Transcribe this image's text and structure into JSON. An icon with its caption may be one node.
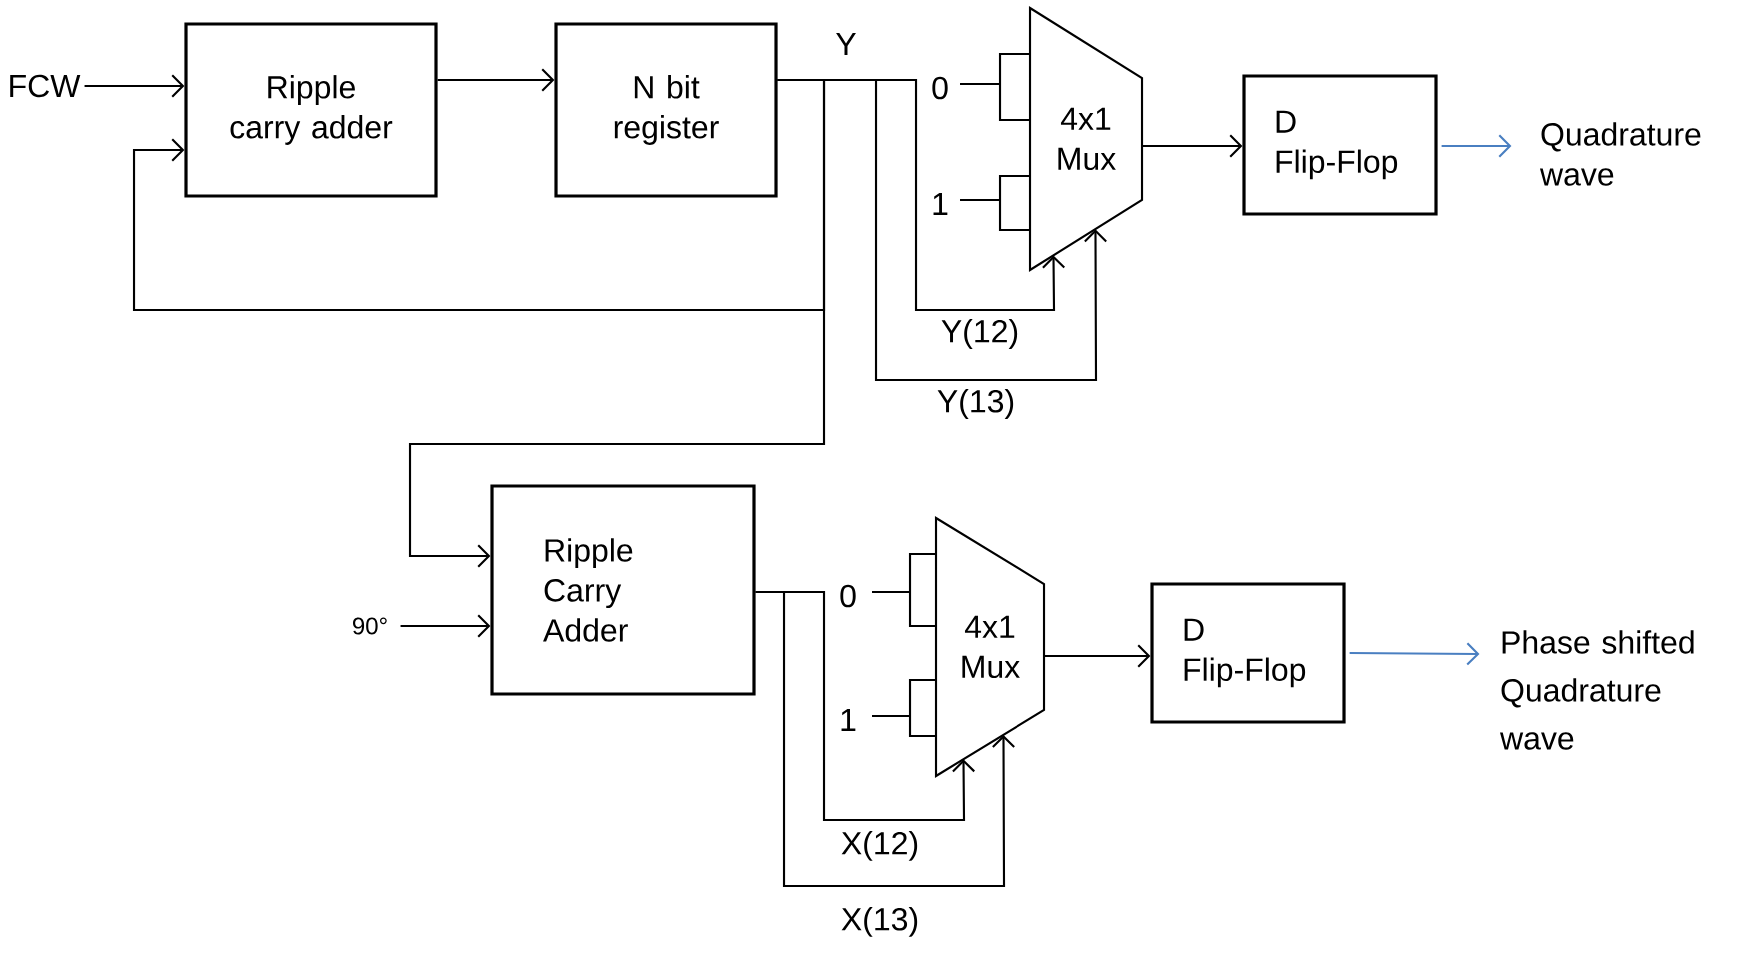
{
  "diagram": {
    "nodes": [
      {
        "text": [
          "FCW"
        ]
      },
      {
        "text": [
          "Ripple carry adder"
        ]
      },
      {
        "text": [
          "N bit register"
        ]
      },
      {
        "text": [
          "4x1 Mux"
        ]
      },
      {
        "text": [
          "D Flip-Flop"
        ]
      },
      {
        "text": [
          "Quadrature wave"
        ]
      },
      {
        "text": [
          "90°"
        ]
      },
      {
        "text": [
          "Ripple Carry Adder"
        ]
      },
      {
        "text": [
          "4x1 Mux"
        ]
      },
      {
        "text": [
          "D Flip-Flop"
        ]
      },
      {
        "text": [
          "Phase shifted Quadrature wave"
        ]
      }
    ],
    "edges": [
      {
        "from": 0,
        "to": 1,
        "arrow": "to"
      },
      {
        "from": 1,
        "to": 2,
        "arrow": "to"
      },
      {
        "from": 2,
        "to": 1,
        "arrow": "to"
      },
      {
        "from": 2,
        "to": 7,
        "arrow": "to"
      },
      {
        "from": 2,
        "to": 3,
        "arrow": "to",
        "label": "Y(12)"
      },
      {
        "from": 2,
        "to": 3,
        "arrow": "to",
        "label": "Y(13)"
      },
      {
        "from": 3,
        "to": 4,
        "arrow": "to"
      },
      {
        "from": 4,
        "to": 5,
        "arrow": "to",
        "color": "#4a7fc1"
      },
      {
        "from": 6,
        "to": 7,
        "arrow": "to"
      },
      {
        "from": 7,
        "to": 8,
        "arrow": "to",
        "label": "X(12)"
      },
      {
        "from": 7,
        "to": 8,
        "arrow": "to",
        "label": "X(13)"
      },
      {
        "from": 8,
        "to": 9,
        "arrow": "to"
      },
      {
        "from": 9,
        "to": 10,
        "arrow": "to",
        "color": "#4a7fc1"
      }
    ],
    "labels": [
      "Y",
      "0",
      "1",
      "0",
      "1"
    ]
  }
}
